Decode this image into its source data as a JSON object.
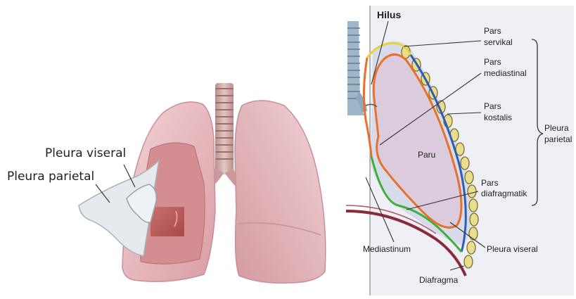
{
  "left_figure": {
    "labels": {
      "pleura_viseral": "Pleura viseral",
      "pleura_parietal": "Pleura parietal"
    }
  },
  "right_figure": {
    "labels": {
      "hilus": "Hilus",
      "pars_servikal_1": "Pars",
      "pars_servikal_2": "servikal",
      "pars_mediastinal_1": "Pars",
      "pars_mediastinal_2": "mediastinal",
      "pars_kostalis_1": "Pars",
      "pars_kostalis_2": "kostalis",
      "paru": "Paru",
      "pars_diafragmatik_1": "Pars",
      "pars_diafragmatik_2": "diafragmatik",
      "pleura_parietal_1": "Pleura",
      "pleura_parietal_2": "parietal",
      "mediastinum": "Mediastinum",
      "pleura_viseral": "Pleura viseral",
      "diafragma": "Diafragma"
    }
  },
  "colors": {
    "lung_pink": "#e9bfc3",
    "lung_dark": "#c98f96",
    "pleura_sheet": "#e6ecf0",
    "pars_servikal": "#e6d23a",
    "pars_mediastinal": "#e8702a",
    "pars_kostalis": "#2f5bb5",
    "pars_diafragmatik": "#3fae3a",
    "pleura_viseral": "#e8702a",
    "diafragma": "#8a2b3a",
    "rib": "#e9dd8e"
  }
}
